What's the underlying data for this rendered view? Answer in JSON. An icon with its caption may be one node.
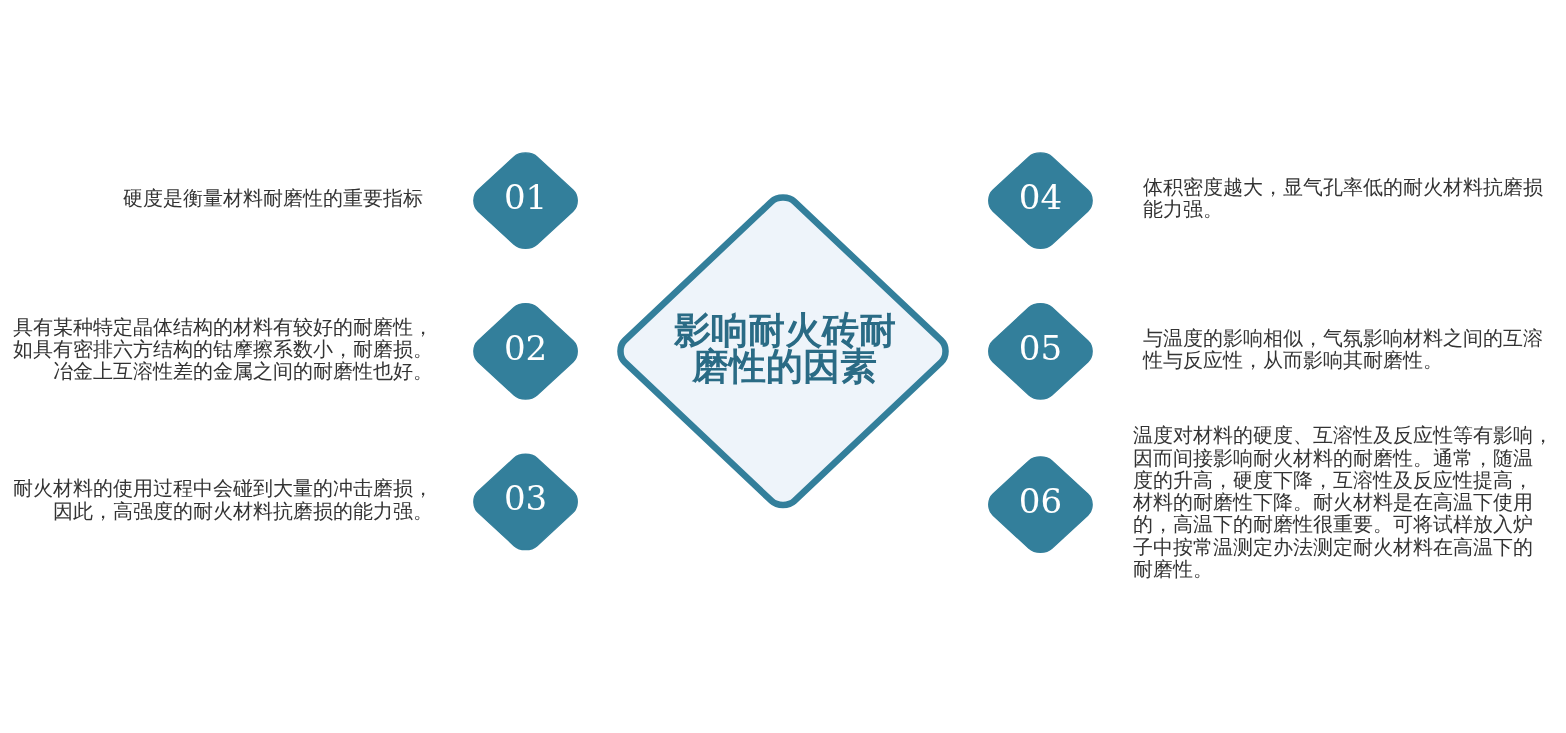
{
  "diagram": {
    "nodes": [
      {
        "text": [
          "影响耐火砖耐磨性的因素"
        ]
      },
      {
        "text": [
          "01"
        ],
        "beside": [
          "硬度是衡量材料耐磨性的重要指标"
        ]
      },
      {
        "text": [
          "02"
        ],
        "beside": [
          "具有某种特定晶体结构的材料有较好的耐磨性，如具有密排六方结构的钴摩擦系数小，耐磨损。冶金上互溶性差的金属之间的耐磨性也好。"
        ]
      },
      {
        "text": [
          "03"
        ],
        "beside": [
          "耐火材料的使用过程中会碰到大量的冲击磨损，因此，高强度的耐火材料抗磨损的能力强。"
        ]
      },
      {
        "text": [
          "04"
        ],
        "beside": [
          "体积密度越大，显气孔率低的耐火材料抗磨损能力强。"
        ]
      },
      {
        "text": [
          "05"
        ],
        "beside": [
          "与温度的影响相似，气氛影响材料之间的互溶性与反应性，从而影响其耐磨性。"
        ]
      },
      {
        "text": [
          "06"
        ],
        "beside": [
          "温度对材料的硬度、互溶性及反应性等有影响，因而间接影响耐火材料的耐磨性。通常，随温度的升高，硬度下降，互溶性及反应性提高，材料的耐磨性下降。耐火材料是在高温下使用的，高温下的耐磨性很重要。可将试样放入炉子中按常温测定办法测定耐火材料在高温下的耐磨性。"
        ]
      }
    ]
  }
}
